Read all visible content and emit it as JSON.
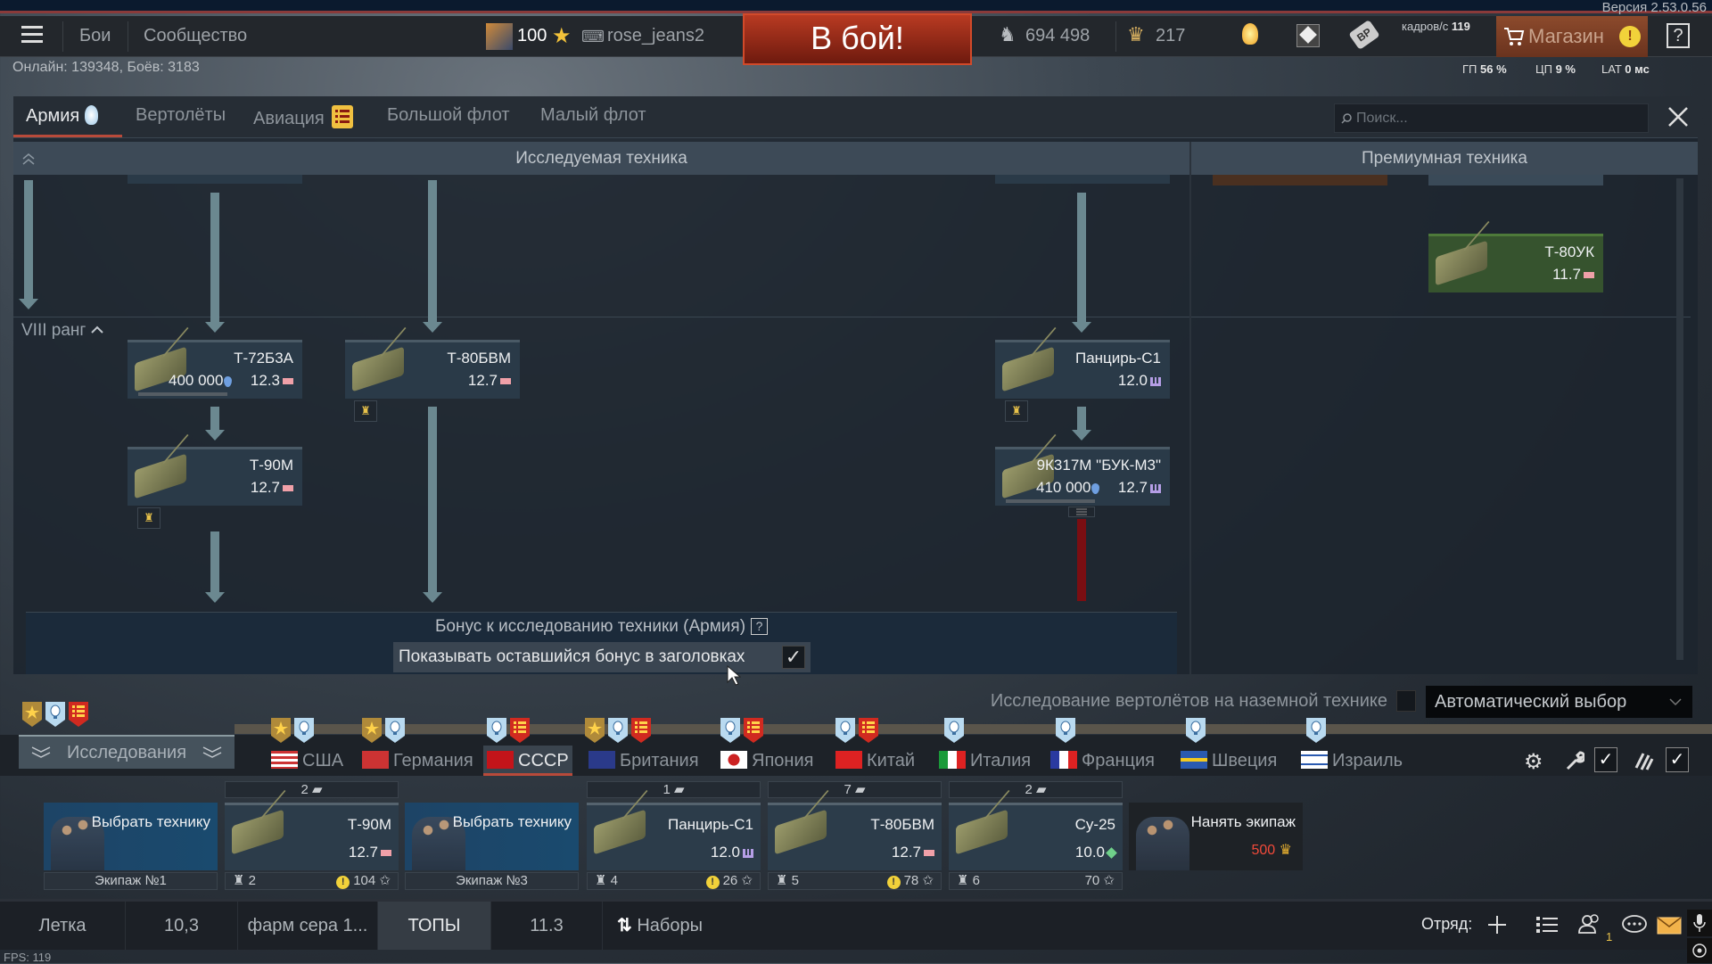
{
  "top_bar": {
    "nav": [
      "Бои",
      "Сообщество"
    ],
    "player": {
      "level": "100",
      "name": "rose_jeans2"
    },
    "battle_button": "В бой!",
    "silver": "694 498",
    "gold": "217",
    "stats": {
      "fps_label": "кадров/с",
      "fps": "119",
      "gpu_label": "ГП",
      "gpu": "56 %",
      "cpu_label": "ЦП",
      "cpu": "9 %",
      "lat_label": "LAT",
      "lat": "0 мс"
    },
    "shop": "Магазин",
    "help": "?",
    "version": "Версия 2.53.0.56"
  },
  "online": "Онлайн: 139348, Боёв: 3183",
  "tabs": [
    "Армия",
    "Вертолёты",
    "Авиация",
    "Большой флот",
    "Малый флот"
  ],
  "search": {
    "placeholder": "Поиск..."
  },
  "columns": {
    "researched": "Исследуемая техника",
    "premium": "Премиумная техника"
  },
  "rank_label": "VIII ранг",
  "tree_cards": [
    {
      "name": "Т-72Б3А",
      "cost": "400 000",
      "br": "12.3",
      "role": "tank"
    },
    {
      "name": "Т-80БВМ",
      "br": "12.7",
      "role": "tank"
    },
    {
      "name": "Т-90М",
      "br": "12.7",
      "role": "tank"
    },
    {
      "name": "Панцирь-С1",
      "br": "12.0",
      "role": "spaa"
    },
    {
      "name": "9К317М \"БУК-М3\"",
      "cost": "410 000",
      "br": "12.7",
      "role": "spaa"
    },
    {
      "name": "Т-80УК",
      "br": "11.7",
      "role": "tank",
      "premium": true
    }
  ],
  "bonus": {
    "title": "Бонус к исследованию техники (Армия)",
    "help": "?",
    "checkbox_label": "Показывать оставшийся бонус в заголовках",
    "checked": true
  },
  "heli_research": {
    "label": "Исследование вертолётов на наземной технике",
    "checked": false
  },
  "dropdown": {
    "selected": "Автоматический выбор"
  },
  "research_button": "Исследования",
  "countries": [
    {
      "name": "США",
      "badges": [
        "star",
        "bulb"
      ],
      "flag": "us"
    },
    {
      "name": "Германия",
      "badges": [
        "star",
        "bulb"
      ],
      "flag": "de"
    },
    {
      "name": "СССР",
      "badges": [
        "bulb",
        "list"
      ],
      "flag": "su",
      "selected": true
    },
    {
      "name": "Британия",
      "badges": [
        "star",
        "bulb",
        "list"
      ],
      "flag": "gb"
    },
    {
      "name": "Япония",
      "badges": [
        "bulb",
        "list"
      ],
      "flag": "jp"
    },
    {
      "name": "Китай",
      "badges": [
        "bulb",
        "list"
      ],
      "flag": "cn"
    },
    {
      "name": "Италия",
      "badges": [
        "bulb"
      ],
      "flag": "it"
    },
    {
      "name": "Франция",
      "badges": [
        "bulb"
      ],
      "flag": "fr"
    },
    {
      "name": "Швеция",
      "badges": [
        "bulb"
      ],
      "flag": "se"
    },
    {
      "name": "Израиль",
      "badges": [
        "bulb"
      ],
      "flag": "il"
    }
  ],
  "crew_slots": [
    {
      "type": "empty",
      "label": "Выбрать технику",
      "crew": "Экипаж №1"
    },
    {
      "type": "vehicle",
      "count": "2",
      "name": "Т-90М",
      "br": "12.7",
      "role": "tank",
      "crew_num": "2",
      "warn": true,
      "skill": "104"
    },
    {
      "type": "empty",
      "label": "Выбрать технику",
      "crew": "Экипаж №3"
    },
    {
      "type": "vehicle",
      "count": "1",
      "name": "Панцирь-С1",
      "br": "12.0",
      "role": "spaa",
      "crew_num": "4",
      "warn": true,
      "skill": "26"
    },
    {
      "type": "vehicle",
      "count": "7",
      "name": "Т-80БВМ",
      "br": "12.7",
      "role": "tank",
      "crew_num": "5",
      "warn": true,
      "skill": "78"
    },
    {
      "type": "vehicle",
      "count": "2",
      "name": "Су-25",
      "br": "10.0",
      "role": "plane",
      "crew_num": "6",
      "warn": false,
      "skill": "70"
    },
    {
      "type": "hire",
      "label": "Нанять экипаж",
      "price": "500"
    }
  ],
  "bottom_tabs": [
    "Летка",
    "10,3",
    "фарм сера 1...",
    "ТОПЫ",
    "11.3"
  ],
  "bottom_selected": 3,
  "presets": "Наборы",
  "squad_label": "Отряд:",
  "friends_count": "1",
  "fps_counter": "FPS: 119",
  "colors": {
    "accent": "#b84a3a",
    "battle": "#b83a22",
    "premium": "#36532e"
  }
}
